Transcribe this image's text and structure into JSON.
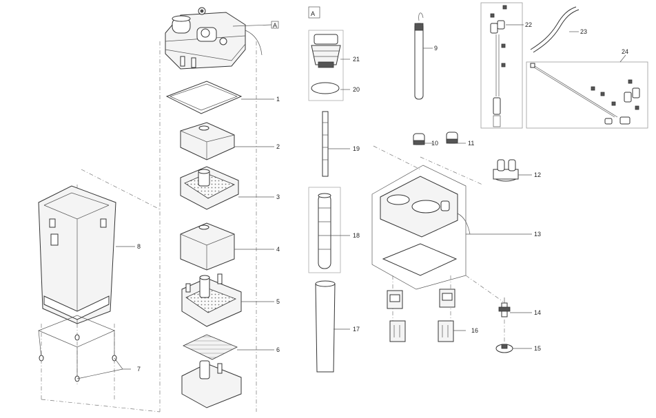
{
  "diagram": {
    "callouts": [
      {
        "id": "1",
        "text": "1"
      },
      {
        "id": "2",
        "text": "2"
      },
      {
        "id": "3",
        "text": "3"
      },
      {
        "id": "4",
        "text": "4"
      },
      {
        "id": "5",
        "text": "5"
      },
      {
        "id": "6",
        "text": "6"
      },
      {
        "id": "7",
        "text": "7"
      },
      {
        "id": "8",
        "text": "8"
      },
      {
        "id": "9",
        "text": "9"
      },
      {
        "id": "10",
        "text": "10"
      },
      {
        "id": "11",
        "text": "11"
      },
      {
        "id": "12",
        "text": "12"
      },
      {
        "id": "13",
        "text": "13"
      },
      {
        "id": "14",
        "text": "14"
      },
      {
        "id": "15",
        "text": "15"
      },
      {
        "id": "16",
        "text": "16"
      },
      {
        "id": "17",
        "text": "17"
      },
      {
        "id": "18",
        "text": "18"
      },
      {
        "id": "19",
        "text": "19"
      },
      {
        "id": "20",
        "text": "20"
      },
      {
        "id": "21",
        "text": "21"
      },
      {
        "id": "22",
        "text": "22"
      },
      {
        "id": "23",
        "text": "23"
      },
      {
        "id": "24",
        "text": "24"
      }
    ],
    "detail_marker": "A",
    "detail_marker_ref": "A"
  }
}
